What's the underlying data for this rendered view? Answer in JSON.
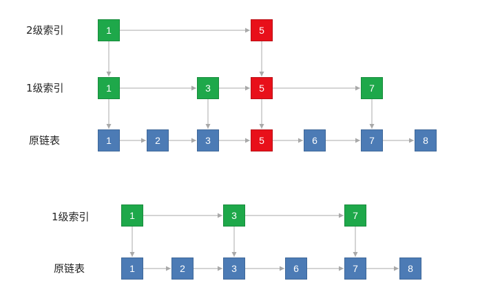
{
  "colors": {
    "index_node": "#1ea84a",
    "highlight_node": "#e8101a",
    "list_node": "#4c7bb5",
    "arrow": "#a9a9a9"
  },
  "diagram_top": {
    "rows": [
      {
        "label": "2级索引",
        "nodes": [
          "1",
          "5"
        ]
      },
      {
        "label": "1级索引",
        "nodes": [
          "1",
          "3",
          "5",
          "7"
        ]
      },
      {
        "label": "原链表",
        "nodes": [
          "1",
          "2",
          "3",
          "5",
          "6",
          "7",
          "8"
        ]
      }
    ],
    "highlighted_value": "5"
  },
  "diagram_bottom": {
    "rows": [
      {
        "label": "1级索引",
        "nodes": [
          "1",
          "3",
          "7"
        ]
      },
      {
        "label": "原链表",
        "nodes": [
          "1",
          "2",
          "3",
          "6",
          "7",
          "8"
        ]
      }
    ]
  }
}
